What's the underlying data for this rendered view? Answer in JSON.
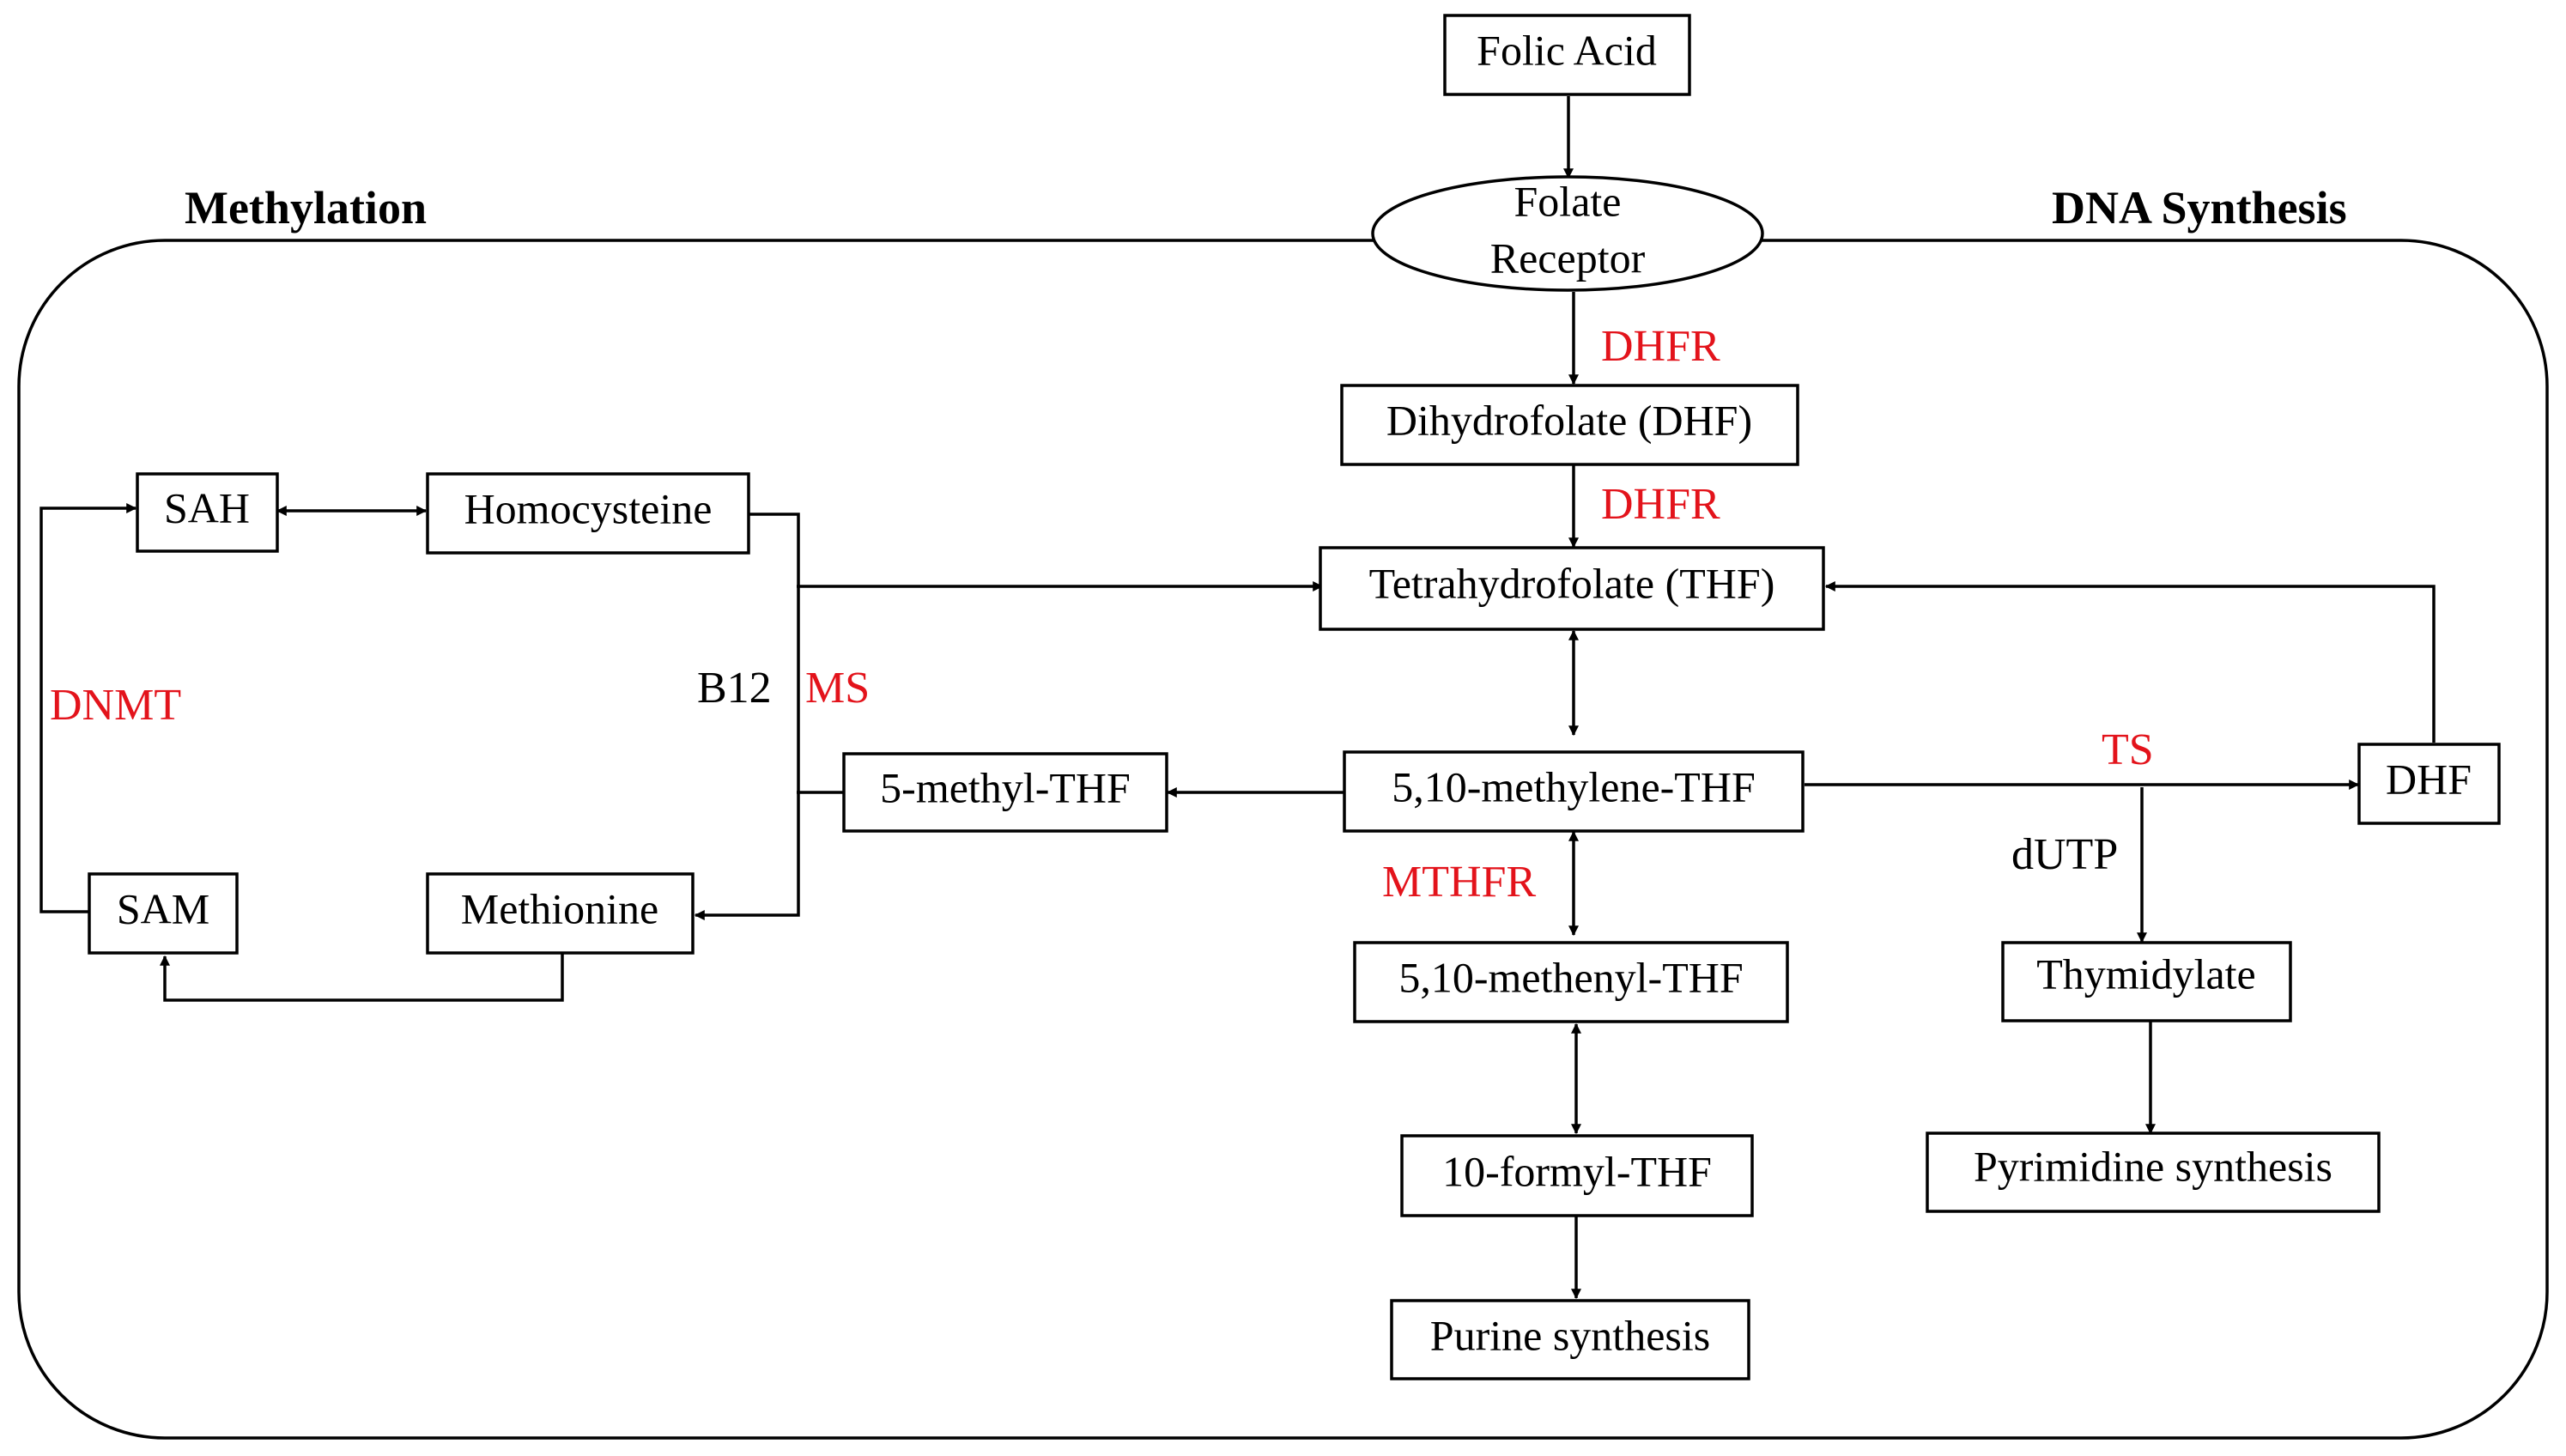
{
  "regions": {
    "methylation": "Methylation",
    "dna_synthesis": "DNA Synthesis"
  },
  "nodes": {
    "folic_acid": "Folic Acid",
    "folate_receptor_line1": "Folate",
    "folate_receptor_line2": "Receptor",
    "dhf_top": "Dihydrofolate (DHF)",
    "thf": "Tetrahydrofolate (THF)",
    "methylene_thf": "5,10-methylene-THF",
    "methyl_thf": "5-methyl-THF",
    "methenyl_thf": "5,10-methenyl-THF",
    "formyl_thf": "10-formyl-THF",
    "purine": "Purine synthesis",
    "dhf_right": "DHF",
    "thymidylate": "Thymidylate",
    "pyrimidine": "Pyrimidine synthesis",
    "sah": "SAH",
    "homocysteine": "Homocysteine",
    "sam": "SAM",
    "methionine": "Methionine"
  },
  "enzymes": {
    "dhfr_1": "DHFR",
    "dhfr_2": "DHFR",
    "ms": "MS",
    "mthfr": "MTHFR",
    "ts": "TS",
    "dnmt": "DNMT"
  },
  "cofactors": {
    "b12": "B12",
    "dutp": "dUTP"
  },
  "colors": {
    "enzyme": "#e3131b",
    "line": "#000000"
  }
}
